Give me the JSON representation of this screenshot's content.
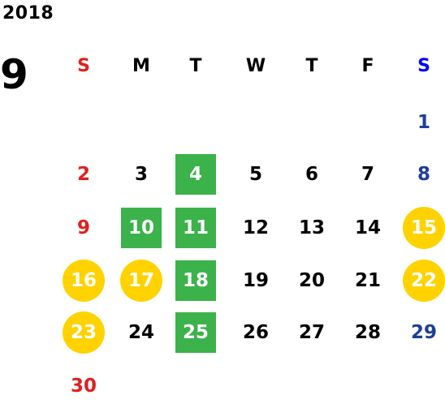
{
  "calendar": {
    "year": "2018",
    "month": "9",
    "weekdays": [
      "S",
      "M",
      "T",
      "W",
      "T",
      "F",
      "S"
    ],
    "colors": {
      "sunday": "#e0201e",
      "saturday": "#1e3f96",
      "saturday_header": "#0000ff",
      "text": "#000000",
      "highlight_square": "#3bb24a",
      "highlight_circle": "#ffd200"
    },
    "first_weekday_index": 6,
    "days_in_month": 30,
    "square_highlight_days": [
      4,
      10,
      11,
      18,
      25
    ],
    "circle_highlight_days": [
      15,
      16,
      17,
      22,
      23
    ]
  }
}
